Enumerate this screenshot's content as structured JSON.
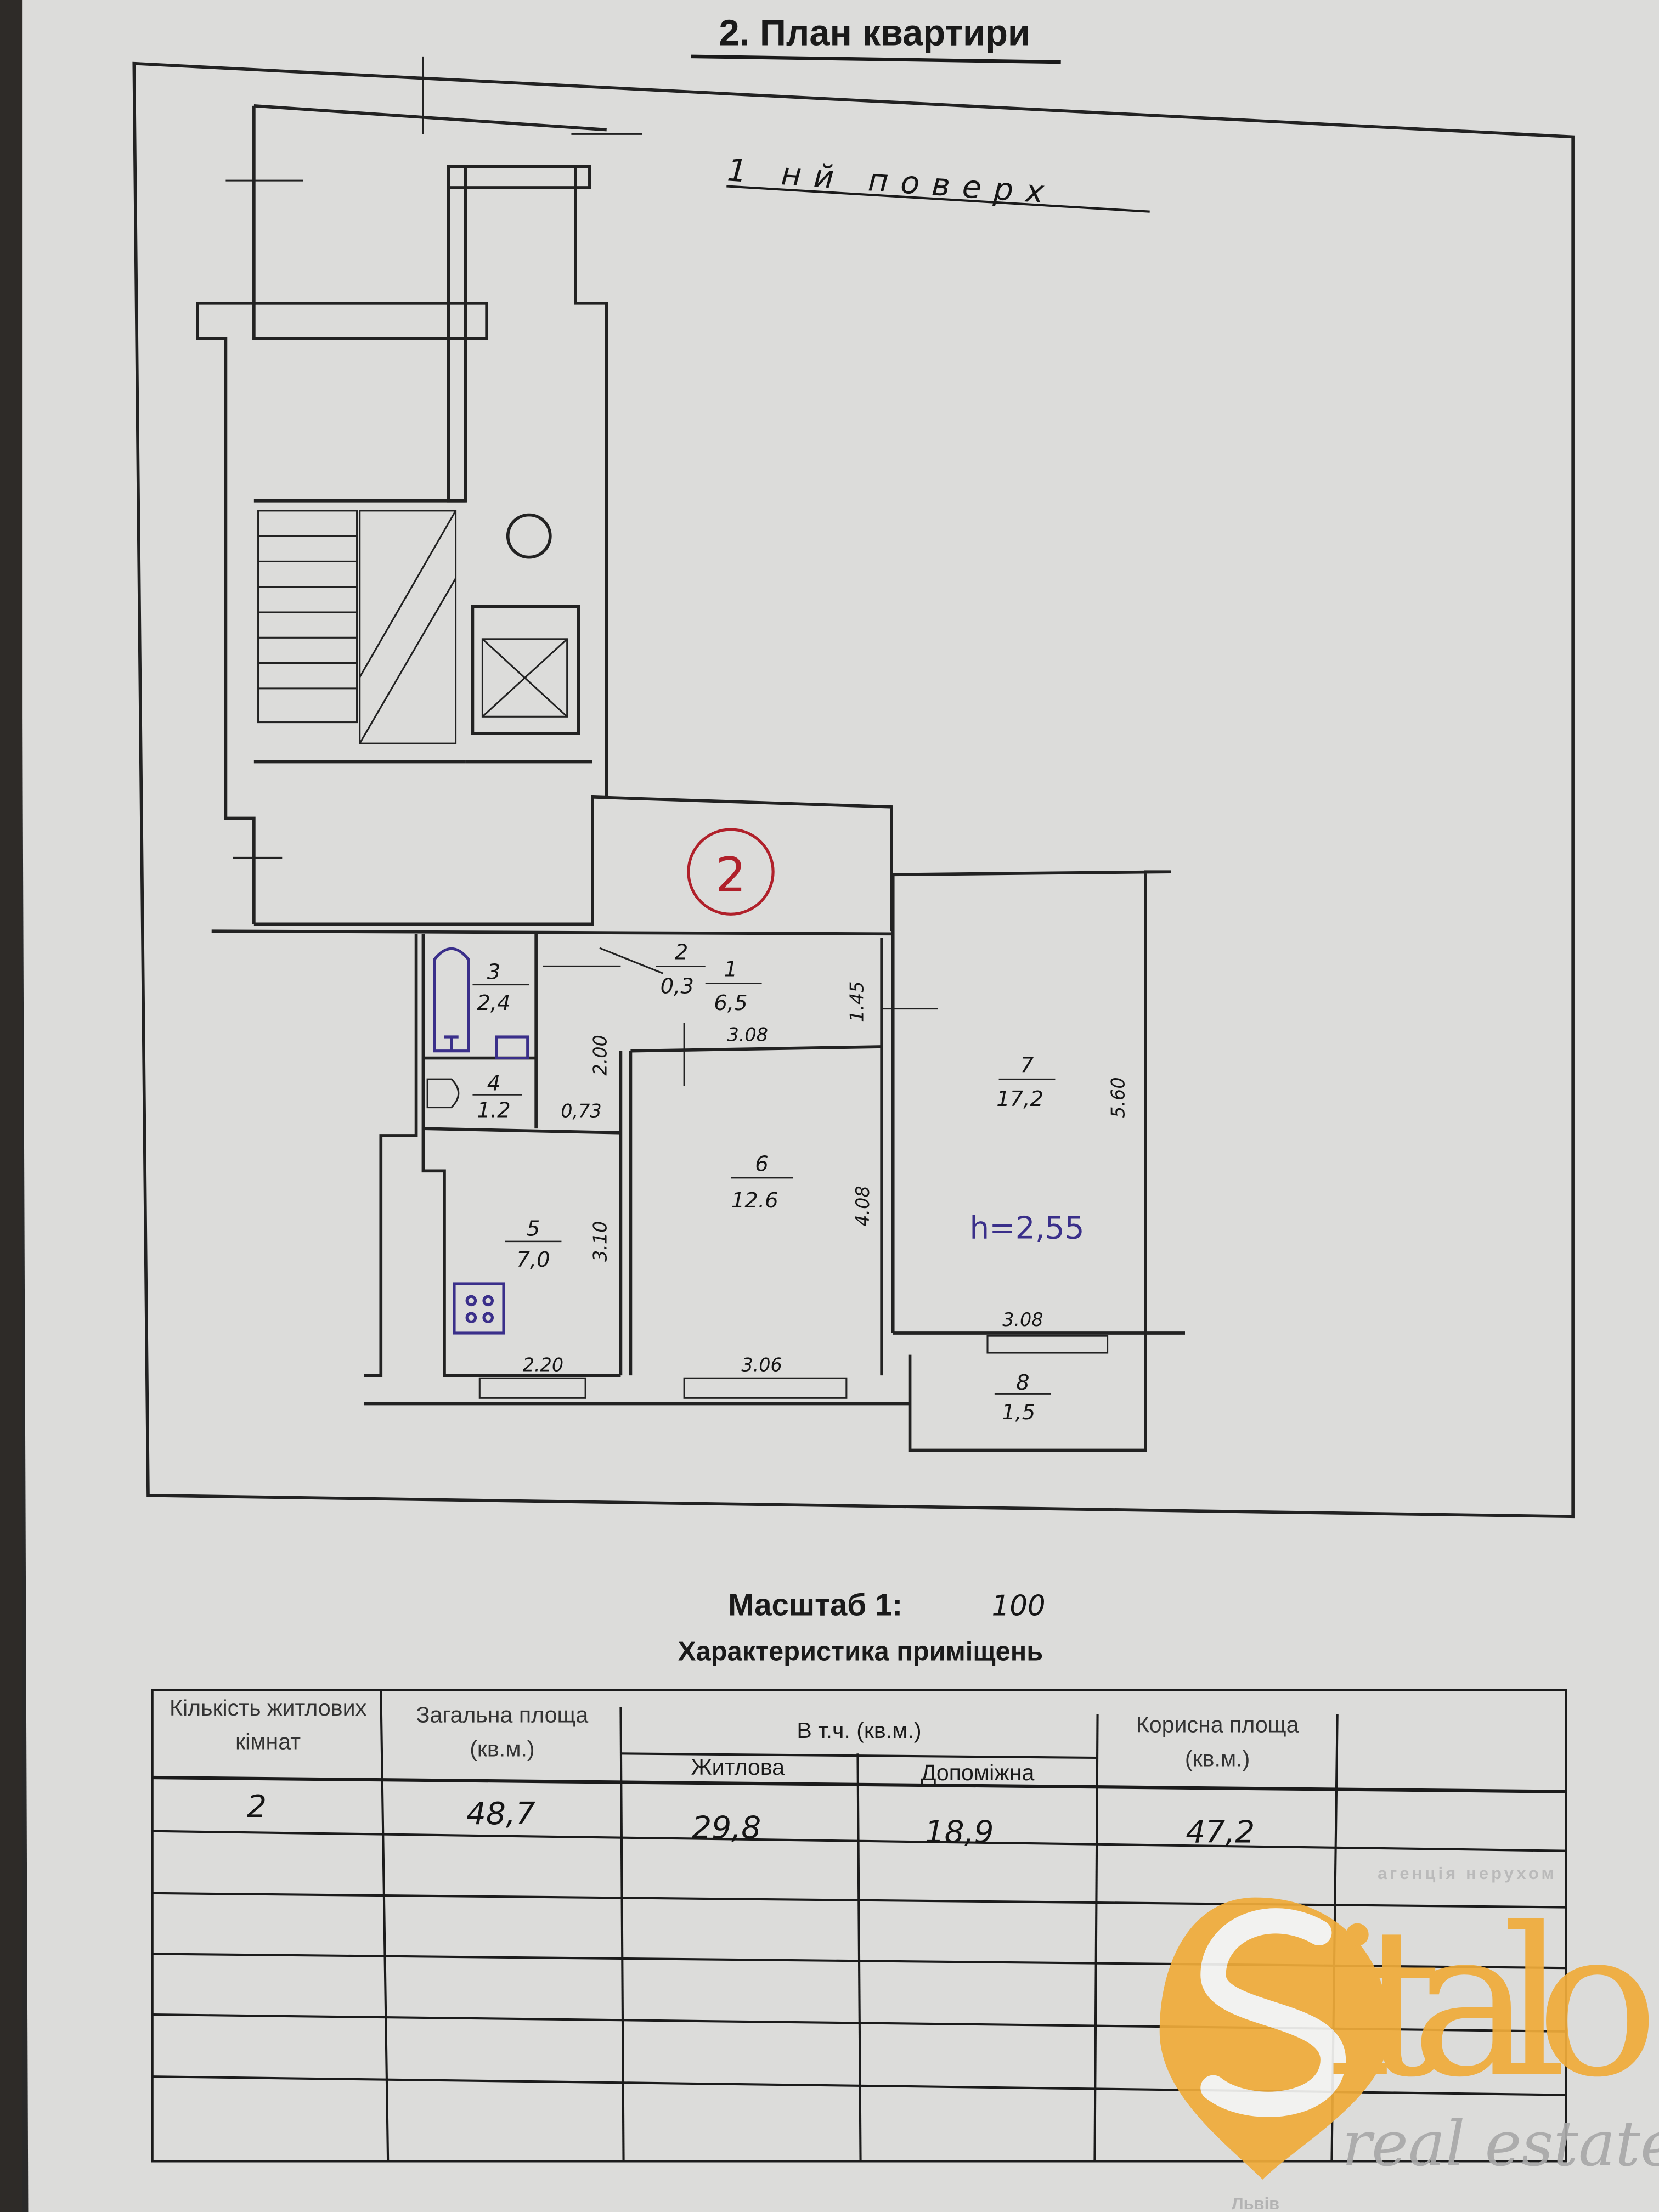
{
  "document": {
    "title": "2. План квартири",
    "floor_note": "1 нй поверх",
    "scale_label": "Масштаб 1:",
    "scale_value": "100",
    "table_title": "Характеристика приміщень"
  },
  "plan": {
    "rooms": [
      {
        "number": "1",
        "area": "6,5"
      },
      {
        "number": "2",
        "area": "0,3"
      },
      {
        "number": "3",
        "area": "2,4"
      },
      {
        "number": "4",
        "area": "1.2"
      },
      {
        "number": "5",
        "area": "7,0"
      },
      {
        "number": "6",
        "area": "12.6"
      },
      {
        "number": "7",
        "area": "17,2"
      },
      {
        "number": "8",
        "area": "1,5"
      }
    ],
    "dimensions": {
      "corridor_width": "3.08",
      "corridor_depth": "1.45",
      "hall_depth": "2.00",
      "toilet_width": "0,73",
      "kitchen_depth": "3.10",
      "kitchen_width": "2.20",
      "room6_depth": "4.08",
      "room6_width": "3.06",
      "room7_depth": "5.60",
      "room7_width": "3.08"
    },
    "ceiling_height": "h=2,55",
    "apartment_marker": "2",
    "colors": {
      "marker": "#b0202a",
      "fixtures": "#3a2f8a",
      "ink": "#1a1a1a"
    }
  },
  "table": {
    "headers": {
      "rooms_count": "Кількість житлових кімнат",
      "total_area": "Загальна площа (кв.м.)",
      "including": "В т.ч. (кв.м.)",
      "living": "Житлова",
      "auxiliary": "Допоміжна",
      "useful_area": "Корисна площа (кв.м.)"
    },
    "row": {
      "rooms_count": "2",
      "total_area": "48,7",
      "living": "29,8",
      "auxiliary": "18,9",
      "useful_area": "47,2"
    }
  },
  "watermark": {
    "brand": "Sitalo",
    "tagline": "агенція нерухом",
    "subtitle": "real estate",
    "city": "Львів",
    "color": "#f0ac3a"
  }
}
